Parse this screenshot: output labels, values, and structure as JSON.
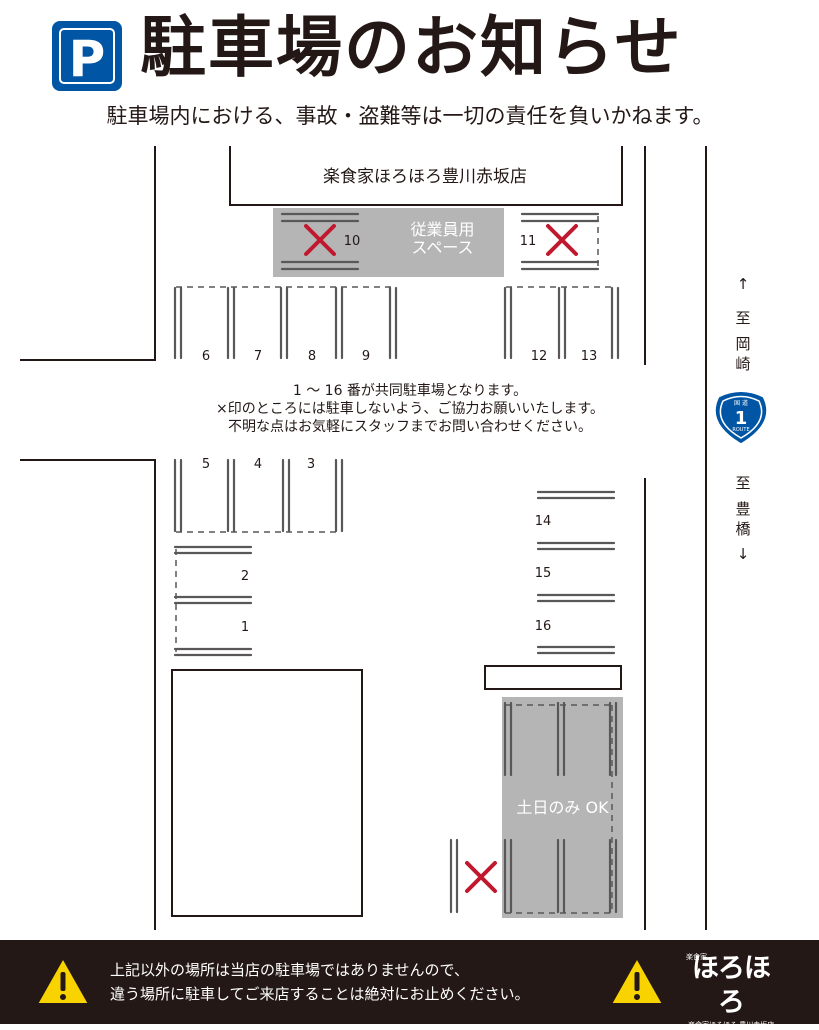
{
  "header": {
    "parking_sign": "P",
    "title": "駐車場のお知らせ",
    "subtitle": "駐車場内における、事故・盗難等は一切の責任を負いかねます。"
  },
  "map": {
    "store_name": "楽食家ほろほろ豊川赤坂店",
    "staff_space": [
      "従業員用",
      "スペース"
    ],
    "weekend_only": "土日のみ OK",
    "spaces": [
      "1",
      "2",
      "3",
      "4",
      "5",
      "6",
      "7",
      "8",
      "9",
      "10",
      "11",
      "12",
      "13",
      "14",
      "15",
      "16"
    ],
    "route_sign": {
      "top": "国 道",
      "number": "1",
      "bottom": "ROUTE",
      "color": "#0055a5"
    },
    "dest_north": [
      "↑",
      "至",
      "岡",
      "崎"
    ],
    "dest_south": [
      "至",
      "豊",
      "橋",
      "↓"
    ],
    "no_parking_color": "#c0182d",
    "shade_color": "#b5b5b6"
  },
  "notice": [
    "1 〜 16 番が共同駐車場となります。",
    "×印のところには駐車しないよう、ご協力お願いいたします。",
    "不明な点はお気軽にスタッフまでお問い合わせください。"
  ],
  "footer": {
    "lines": [
      "上記以外の場所は当店の駐車場ではありませんので、",
      "違う場所に駐車してご来店することは絶対にお止めください。"
    ],
    "logo_small": "楽食家",
    "logo_mark": "ほろほろ",
    "logo_sub": "楽食家ほろほろ 豊川赤坂店",
    "warning_color": "#f8d300"
  }
}
